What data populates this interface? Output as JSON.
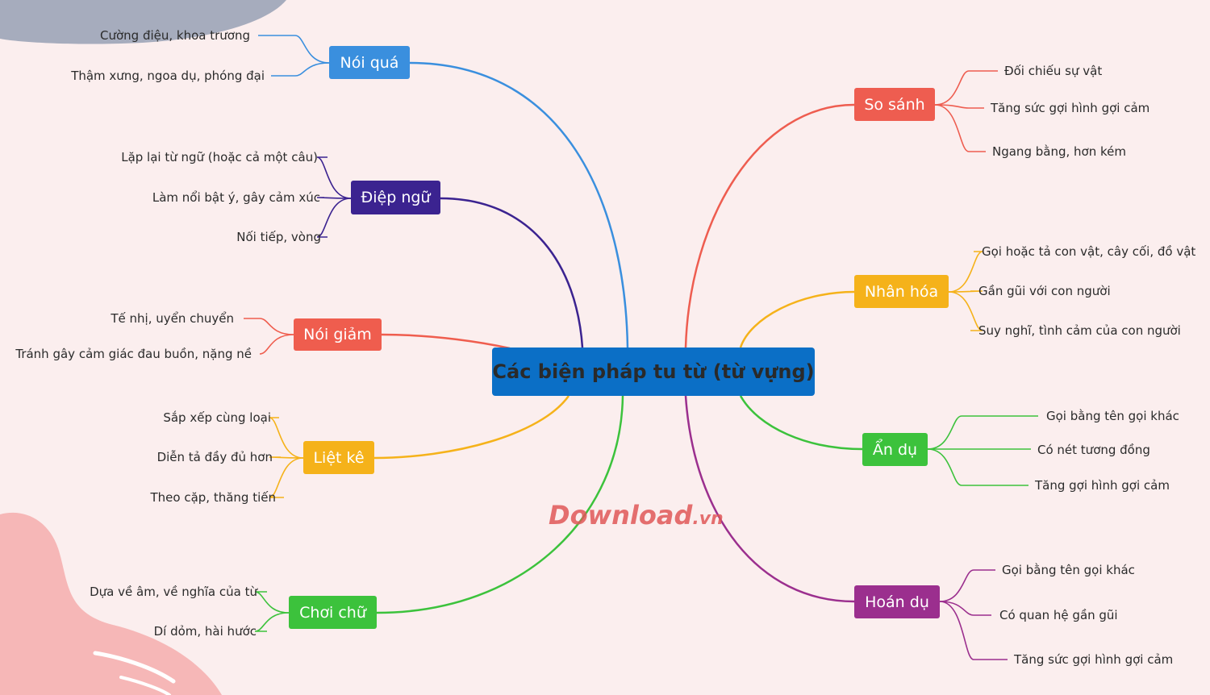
{
  "center": {
    "label": "Các biện pháp tu từ (từ vựng)",
    "color": "#0b6fc6"
  },
  "branches": [
    {
      "id": "noi-qua",
      "label": "Nói quá",
      "color": "#3a8fde",
      "side": "left",
      "leaves": [
        "Cường điệu, khoa trương",
        "Thậm xưng, ngoa dụ, phóng đại"
      ]
    },
    {
      "id": "diep-ngu",
      "label": "Điệp ngữ",
      "color": "#3b2390",
      "side": "left",
      "leaves": [
        "Lặp lại từ ngữ (hoặc cả một câu)",
        "Làm nổi bật ý, gây cảm xúc",
        "Nối tiếp, vòng"
      ]
    },
    {
      "id": "noi-giam",
      "label": "Nói giảm",
      "color": "#ef5d4e",
      "side": "left",
      "leaves": [
        "Tế nhị, uyển chuyển",
        "Tránh gây cảm giác đau buồn, nặng nề"
      ]
    },
    {
      "id": "liet-ke",
      "label": "Liệt kê",
      "color": "#f5b21a",
      "side": "left",
      "leaves": [
        "Sắp xếp cùng loại",
        "Diễn tả đầy đủ hơn",
        "Theo cặp, thăng tiến"
      ]
    },
    {
      "id": "choi-chu",
      "label": "Chơi chữ",
      "color": "#3cc23c",
      "side": "left",
      "leaves": [
        "Dựa về âm, về nghĩa của từ",
        "Dí dỏm, hài hước"
      ]
    },
    {
      "id": "so-sanh",
      "label": "So sánh",
      "color": "#ee5d50",
      "side": "right",
      "leaves": [
        "Đối chiếu sự vật",
        "Tăng sức gợi hình gợi cảm",
        "Ngang bằng, hơn kém"
      ]
    },
    {
      "id": "nhan-hoa",
      "label": "Nhân hóa",
      "color": "#f5b21a",
      "side": "right",
      "leaves": [
        "Gọi hoặc tả con vật, cây cối, đồ vật",
        "Gần gũi với con người",
        "Suy nghĩ, tình cảm của con người"
      ]
    },
    {
      "id": "an-du",
      "label": "Ẩn dụ",
      "color": "#3cc23c",
      "side": "right",
      "leaves": [
        "Gọi bằng tên gọi khác",
        "Có nét tương đồng",
        "Tăng gợi hình gợi cảm"
      ]
    },
    {
      "id": "hoan-du",
      "label": "Hoán dụ",
      "color": "#9b2f8e",
      "side": "right",
      "leaves": [
        "Gọi bằng tên gọi khác",
        "Có quan hệ gần gũi",
        "Tăng sức gợi hình gợi cảm"
      ]
    }
  ],
  "watermark": {
    "main": "Download",
    "suffix": ".vn"
  }
}
